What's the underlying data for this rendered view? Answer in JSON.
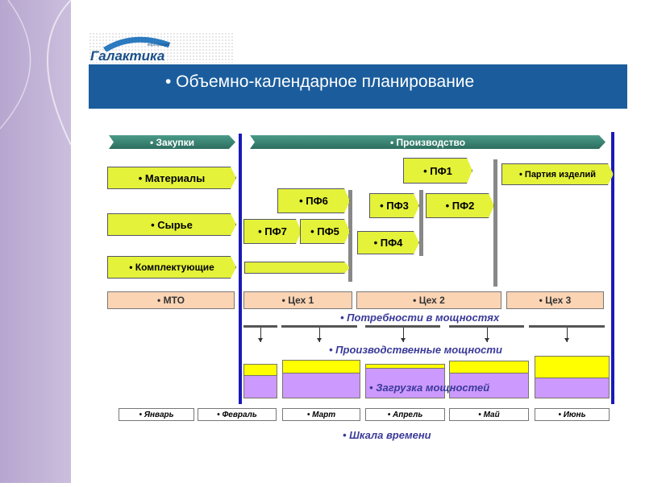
{
  "logo": {
    "name": "Галактика",
    "sub": "корпорация"
  },
  "title": "• Объемно-календарное планирование",
  "banners": {
    "purchases": "•  Закупки",
    "production": "•  Производство"
  },
  "inputs": [
    "•  Материалы",
    "•  Сырье",
    "•  Комплектующие"
  ],
  "semi": {
    "pf1": "•  ПФ1",
    "pf2": "•  ПФ2",
    "pf3": "•  ПФ3",
    "pf4": "•  ПФ4",
    "pf5": "•  ПФ5",
    "pf6": "•  ПФ6",
    "pf7": "•  ПФ7",
    "batch": "•  Партия изделий"
  },
  "workshops": [
    "•  МТО",
    "•  Цех 1",
    "•  Цех 2",
    "•  Цех 3"
  ],
  "labels": {
    "needs": "•  Потребности в мощностях",
    "capacity": "•  Производственные мощности",
    "load": "•  Загрузка мощностей",
    "timescale": "•  Шкала времени"
  },
  "months": [
    "•   Январь",
    "•   Февраль",
    "•   Март",
    "•   Апрель",
    "•   Май",
    "•   Июнь"
  ],
  "capacity_bars": [
    {
      "month": "Февраль",
      "free": 0.33,
      "load": 0.67
    },
    {
      "month": "Март",
      "free": 0.33,
      "load": 0.67
    },
    {
      "month": "Апрель",
      "free": 0.12,
      "load": 0.88
    },
    {
      "month": "Май",
      "free": 0.32,
      "load": 0.68
    },
    {
      "month": "Июнь",
      "free": 0.5,
      "load": 0.5
    }
  ],
  "colors": {
    "title_bar": "#1b5d9c",
    "pf": "#e4f23a",
    "workshop": "#fbd4b4",
    "load": "#cc99ff",
    "free": "#ffff00"
  }
}
